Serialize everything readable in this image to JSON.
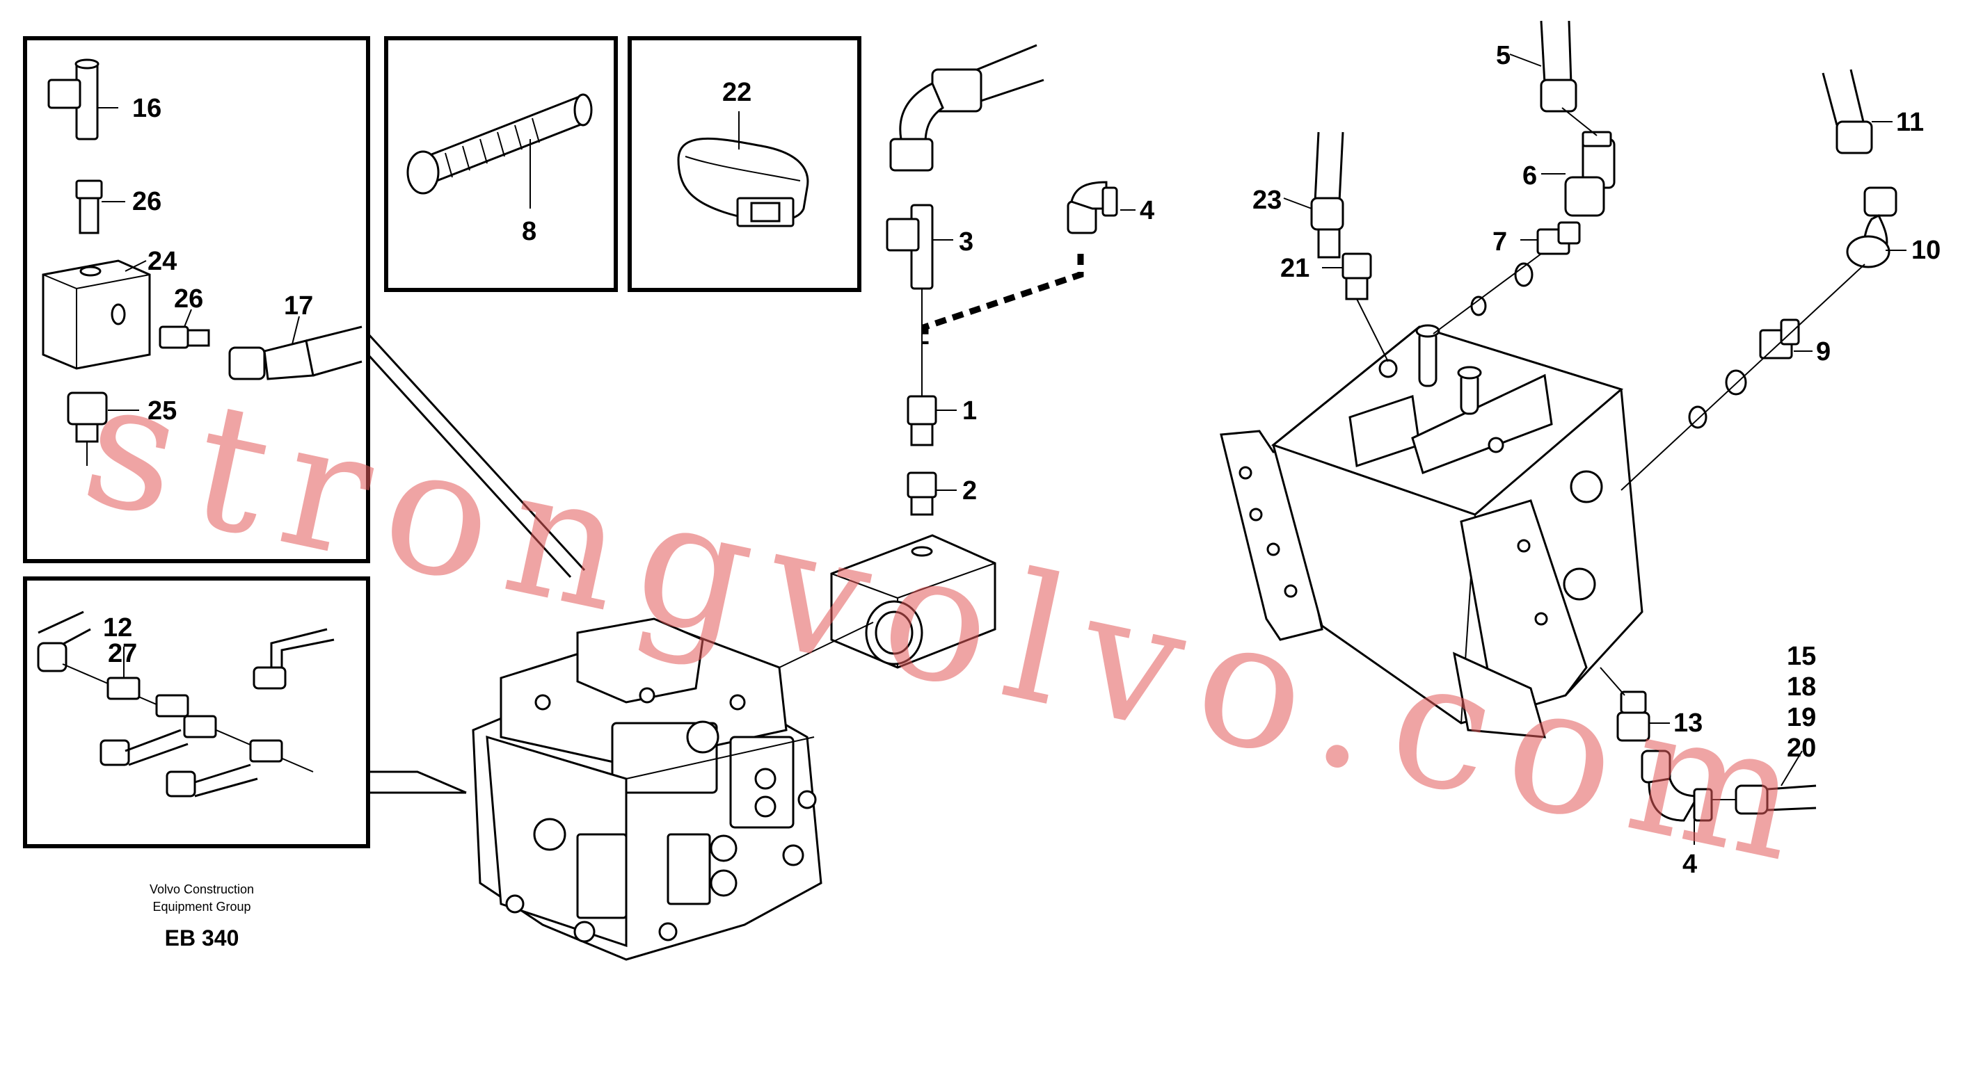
{
  "callouts": {
    "c1": "1",
    "c2": "2",
    "c3": "3",
    "c4a": "4",
    "c4b": "4",
    "c5": "5",
    "c6": "6",
    "c7": "7",
    "c8": "8",
    "c9": "9",
    "c10": "10",
    "c11": "11",
    "c12": "12",
    "c13": "13",
    "c15": "15",
    "c16": "16",
    "c17": "17",
    "c18": "18",
    "c19": "19",
    "c20": "20",
    "c21": "21",
    "c22": "22",
    "c23": "23",
    "c24": "24",
    "c25": "25",
    "c26a": "26",
    "c26b": "26",
    "c27": "27"
  },
  "footer": {
    "company_line1": "Volvo Construction",
    "company_line2": "Equipment Group",
    "code": "EB 340"
  },
  "watermark": "strongvolvo.com"
}
